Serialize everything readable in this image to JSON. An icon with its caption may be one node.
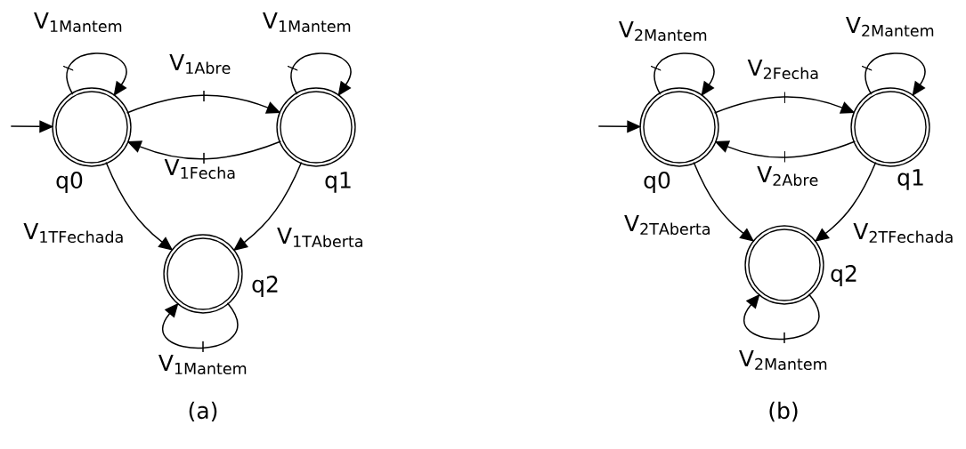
{
  "diagram": {
    "nodes": [
      {
        "text": [
          "q0"
        ]
      },
      {
        "text": [
          "q1"
        ]
      },
      {
        "text": [
          "q2"
        ]
      },
      {
        "text": [
          "q0"
        ]
      },
      {
        "text": [
          "q1"
        ]
      },
      {
        "text": [
          "q2"
        ]
      }
    ],
    "edges": [
      {
        "from": null,
        "to": 0,
        "arrow": "to"
      },
      {
        "from": 0,
        "to": 0,
        "arrow": "to",
        "label": "\\mathrm{V}_{\\mathrm{1Mantem}}"
      },
      {
        "from": 1,
        "to": 1,
        "arrow": "to",
        "label": "\\mathrm{V}_{\\mathrm{1Mantem}}"
      },
      {
        "from": 0,
        "to": 1,
        "arrow": "to",
        "label": "\\mathrm{V}_{\\mathrm{1Abre}}"
      },
      {
        "from": 1,
        "to": 0,
        "arrow": "to",
        "label": "\\mathrm{V}_{\\mathrm{1Fecha}}"
      },
      {
        "from": 0,
        "to": 2,
        "arrow": "to",
        "label": "\\mathrm{V}_{\\mathrm{1TFechada}}"
      },
      {
        "from": 1,
        "to": 2,
        "arrow": "to",
        "label": "\\mathrm{V}_{\\mathrm{1TAberta}}"
      },
      {
        "from": 2,
        "to": 2,
        "arrow": "to",
        "label": "\\mathrm{V}_{\\mathrm{1Mantem}}"
      },
      {
        "from": null,
        "to": 3,
        "arrow": "to"
      },
      {
        "from": 3,
        "to": 3,
        "arrow": "to",
        "label": "\\mathrm{V}_{\\mathrm{2Mantem}}"
      },
      {
        "from": 4,
        "to": 4,
        "arrow": "to",
        "label": "\\mathrm{V}_{\\mathrm{2Mantem}}"
      },
      {
        "from": 3,
        "to": 4,
        "arrow": "to",
        "label": "\\mathrm{V}_{\\mathrm{2Fecha}}"
      },
      {
        "from": 4,
        "to": 3,
        "arrow": "to",
        "label": "\\mathrm{V}_{\\mathrm{2Abre}}"
      },
      {
        "from": 3,
        "to": 5,
        "arrow": "to",
        "label": "\\mathrm{V}_{\\mathrm{2TAberta}}"
      },
      {
        "from": 4,
        "to": 5,
        "arrow": "to",
        "label": "\\mathrm{V}_{\\mathrm{2TFechada}}"
      },
      {
        "from": 5,
        "to": 5,
        "arrow": "to",
        "label": "\\mathrm{V}_{\\mathrm{2Mantem}}"
      }
    ],
    "labels": [
      "(a)",
      "(b)"
    ]
  }
}
